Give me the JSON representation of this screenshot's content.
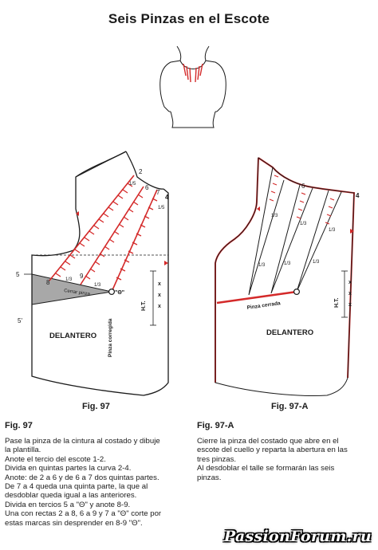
{
  "page": {
    "title": "Seis Pinzas en el Escote"
  },
  "figure_left": {
    "caption": "Fig. 97",
    "labels": {
      "front": "DELANTERO",
      "pt2": "2",
      "pt4": "4",
      "pt5": "5",
      "pt5p": "5'",
      "pt6": "6",
      "pt7": "7",
      "pt8": "8",
      "pt9": "9",
      "fifth1": "1/5",
      "fifth2": "1/5",
      "third1": "1/3",
      "third2": "1/3",
      "theta": "\"Θ\"",
      "close_dart": "Cerrar pinza",
      "dart_corrected": "Pinza corregida",
      "hxt": "H.T.",
      "x": "x"
    }
  },
  "figure_right": {
    "caption": "Fig. 97-A",
    "labels": {
      "front": "DELANTERO",
      "pt4": "4",
      "pt6": "6",
      "third": "1/3",
      "closed_dart": "Pinza cerrada",
      "hxt": "H.T.",
      "x": "x"
    }
  },
  "text_left": {
    "heading": "Fig. 97",
    "lines": [
      "Pase la pinza de la cintura al costado y dibuje",
      "la plantilla.",
      "Anote el tercio del escote 1-2.",
      "Divida en quintas partes la curva 2-4.",
      "Anote: de 2 a 6 y de 6 a 7 dos quintas partes.",
      "De 7 a 4 queda una quinta parte, la que al",
      "desdoblar queda igual a las anteriores.",
      "Divida en tercios 5 a \"Θ\" y anote 8-9.",
      "Una con rectas 2 a 8, 6 a 9 y 7 a \"Θ\" corte por",
      "estas marcas sin desprender en 8-9 \"Θ\"."
    ]
  },
  "text_right": {
    "heading": "Fig. 97-A",
    "lines": [
      "Cierre la pinza del costado que abre en el",
      "escote del cuello y reparta la abertura en las",
      "tres pinzas.",
      "Al desdoblar el talle se formarán las seis",
      "pinzas."
    ]
  },
  "watermark": "PassionForum.ru",
  "colors": {
    "accent_red": "#d42a2a",
    "line": "#1b1b1b",
    "shade": "#a8a8a8"
  }
}
